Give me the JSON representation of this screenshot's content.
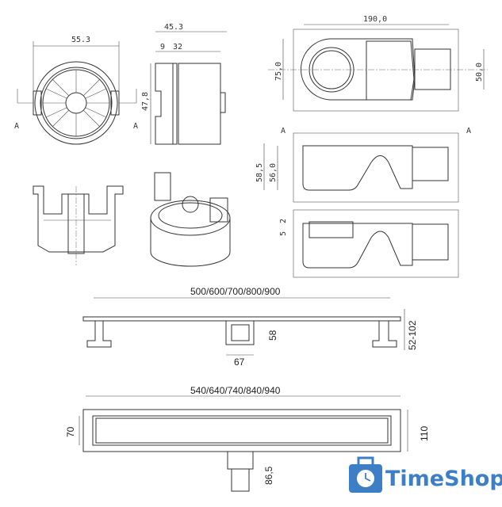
{
  "drawing": {
    "front_view": {
      "width_dim": "55.3",
      "section_mark_left": "A",
      "section_mark_right": "A"
    },
    "side_view": {
      "depth_dim": "45.3",
      "flange_dim": "9",
      "body_dim": "32",
      "height_dim": "47,8"
    },
    "trap_plan": {
      "length_dim": "190,0",
      "body_dim": "75,0",
      "outlet_dim": "50,0"
    },
    "section_a": {
      "mark_left": "A",
      "mark_right": "A",
      "total_height_dim": "58,5",
      "body_height_dim": "56,0"
    },
    "section_b": {
      "gap_dim_top": "2",
      "gap_dim_bottom": "5"
    },
    "channel_side": {
      "length_dim": "500/600/700/800/900",
      "outlet_height_dim": "58",
      "outlet_width_dim": "67",
      "adjust_height_dim": "52-102"
    },
    "channel_plan": {
      "length_dim": "540/640/740/840/940",
      "inner_width_dim": "70",
      "outer_width_dim": "110",
      "outlet_depth_dim": "86,5"
    }
  },
  "logo": {
    "text": "TimeShop",
    "color": "#3d7fc6"
  }
}
